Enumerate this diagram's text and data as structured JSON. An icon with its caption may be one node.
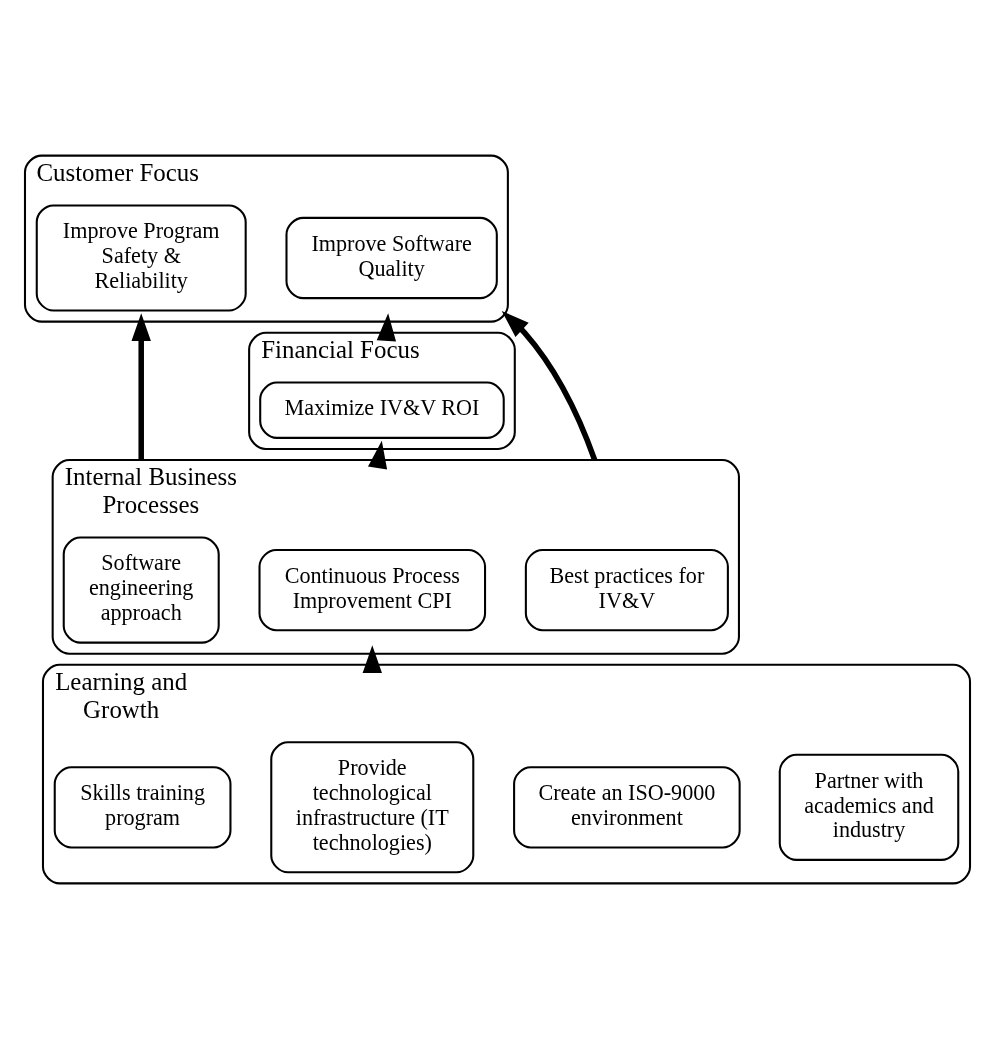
{
  "diagram": {
    "nodes": [
      {
        "text": [
          "Customer Focus"
        ]
      },
      {
        "text": [
          "Improve Program Safety & Reliability"
        ],
        "in": 0
      },
      {
        "text": [
          "Improve Software Quality"
        ],
        "in": 0
      },
      {
        "text": [
          "Financial Focus"
        ]
      },
      {
        "text": [
          "Maximize IV&V ROI"
        ],
        "in": 3
      },
      {
        "text": [
          "Internal Business Processes"
        ]
      },
      {
        "text": [
          "Software engineering approach"
        ],
        "in": 5
      },
      {
        "text": [
          "Continuous Process Improvement CPI"
        ],
        "in": 5
      },
      {
        "text": [
          "Best practices for IV&V"
        ],
        "in": 5
      },
      {
        "text": [
          "Learning and Growth"
        ]
      },
      {
        "text": [
          "Partner with academics and industry"
        ],
        "in": 9
      },
      {
        "text": [
          "Create an ISO-9000 environment"
        ],
        "in": 9
      },
      {
        "text": [
          "Provide technological infrastructure (IT technologies)"
        ],
        "in": 9
      },
      {
        "text": [
          "Skills training program"
        ],
        "in": 9
      }
    ],
    "edges": [
      {
        "from": 9,
        "to": 5,
        "arrow": "to"
      },
      {
        "from": 5,
        "to": 3,
        "arrow": "to"
      },
      {
        "from": 3,
        "to": 0,
        "arrow": "to"
      },
      {
        "from": 5,
        "to": 0,
        "arrow": "to"
      },
      {
        "from": 5,
        "to": 0,
        "arrow": "to"
      }
    ]
  }
}
